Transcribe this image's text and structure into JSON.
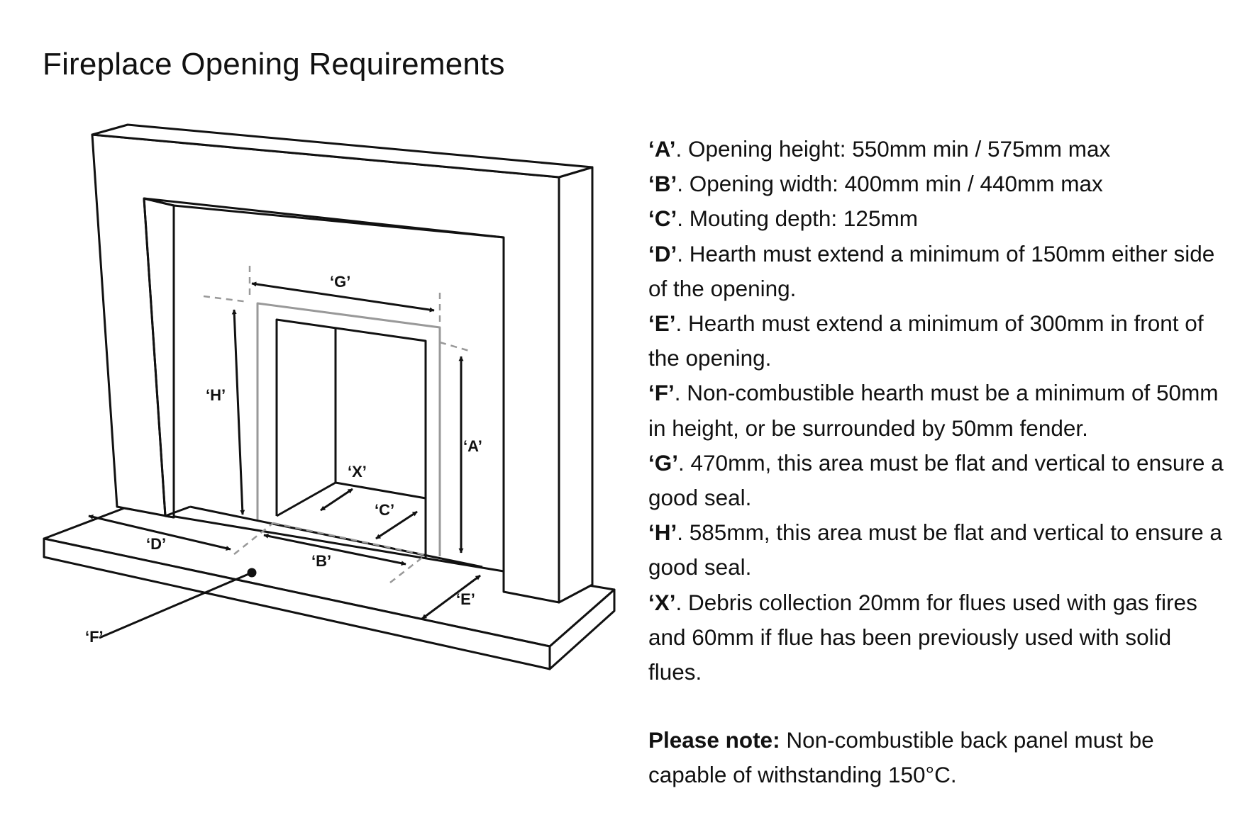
{
  "title": "Fireplace Opening Requirements",
  "colors": {
    "line": "#111111",
    "guide": "#999999"
  },
  "diagram_labels": {
    "A": "‘A’",
    "B": "‘B’",
    "C": "‘C’",
    "D": "‘D’",
    "E": "‘E’",
    "F": "‘F’",
    "G": "‘G’",
    "H": "‘H’",
    "X": "‘X’"
  },
  "specs": [
    {
      "key": "‘A’",
      "text": ". Opening height: 550mm min / 575mm max"
    },
    {
      "key": "‘B’",
      "text": ". Opening width: 400mm min / 440mm max"
    },
    {
      "key": "‘C’",
      "text": ". Mouting depth: 125mm"
    },
    {
      "key": "‘D’",
      "text": ". Hearth must extend a minimum of 150mm either side of the opening."
    },
    {
      "key": "‘E’",
      "text": ". Hearth must extend a minimum of 300mm in front of the opening."
    },
    {
      "key": "‘F’",
      "text": ". Non-combustible hearth must be a minimum of 50mm in height, or be surrounded by 50mm fender."
    },
    {
      "key": "‘G’",
      "text": ". 470mm, this area must be flat and vertical to ensure a good seal."
    },
    {
      "key": "‘H’",
      "text": ". 585mm, this area must be flat and vertical to ensure a good seal."
    },
    {
      "key": "‘X’",
      "text": ". Debris collection 20mm for flues used with gas fires and 60mm if flue has been previously used with solid flues."
    }
  ],
  "note": {
    "label": "Please note:",
    "text": " Non-combustible back panel must be capable of withstanding 150°C."
  }
}
